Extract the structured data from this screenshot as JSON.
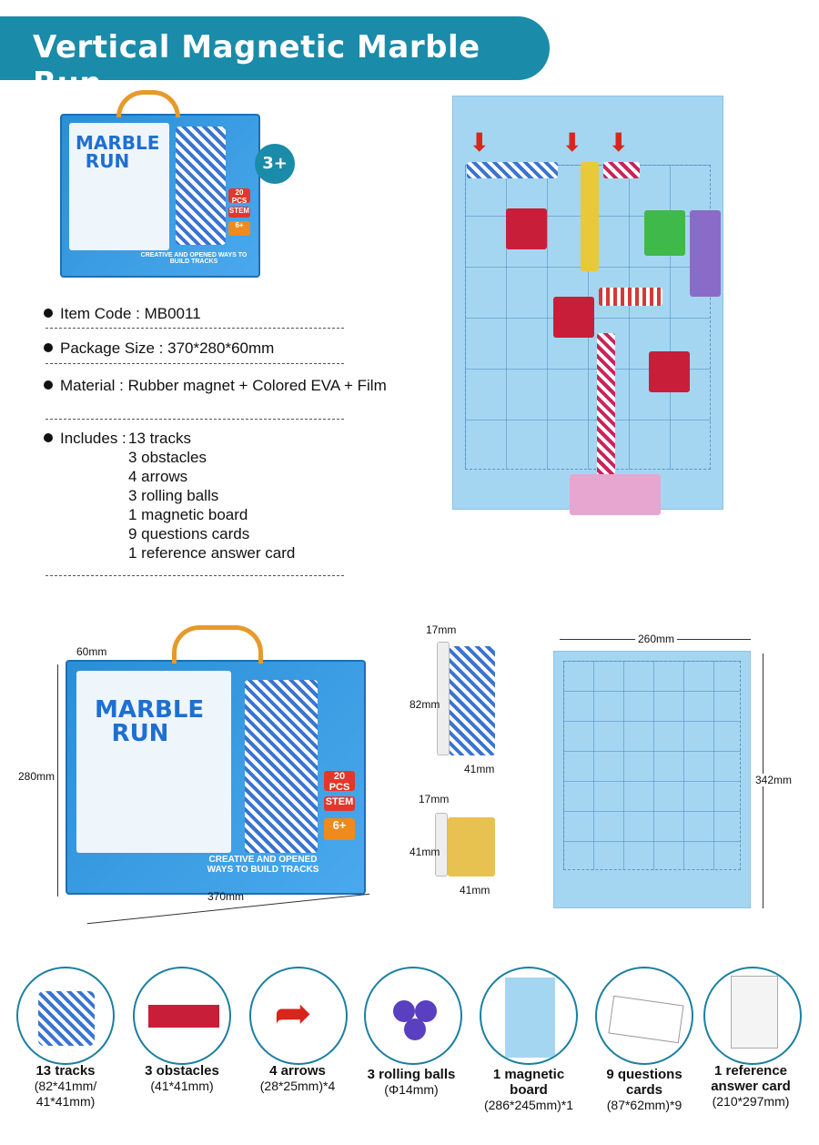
{
  "title": "Vertical Magnetic Marble Run",
  "age_badge": "3+",
  "box": {
    "logo": "MARBLE RUN",
    "pieces": "20 PCS",
    "stem": "STEM",
    "ages": "6+",
    "tagline": "CREATIVE AND OPENED WAYS TO BUILD TRACKS"
  },
  "specs": {
    "item_code": "Item  Code : MB0011",
    "package_size": "Package Size : 370*280*60mm",
    "material": "Material : Rubber magnet + Colored EVA + Film",
    "includes_label": "Includes :",
    "includes": [
      "13 tracks",
      "3 obstacles",
      "4 arrows",
      "3 rolling balls",
      "1 magnetic board",
      "9 questions cards",
      "1 reference answer card"
    ]
  },
  "dimensions": {
    "box_depth": "60mm",
    "box_height": "280mm",
    "box_width": "370mm",
    "long_track_width": "17mm",
    "long_track_height": "82mm",
    "long_track_depth": "41mm",
    "short_track_width": "17mm",
    "short_track_height": "41mm",
    "short_track_depth": "41mm",
    "board_width": "260mm",
    "board_height": "342mm"
  },
  "components": [
    {
      "name": "13 tracks",
      "size": "(82*41mm/ 41*41mm)"
    },
    {
      "name": "3 obstacles",
      "size": "(41*41mm)"
    },
    {
      "name": "4 arrows",
      "size": "(28*25mm)*4"
    },
    {
      "name": "3 rolling balls",
      "size": "(Φ14mm)"
    },
    {
      "name": "1 magnetic board",
      "size": "(286*245mm)*1"
    },
    {
      "name": "9 questions cards",
      "size": "(87*62mm)*9"
    },
    {
      "name": "1 reference answer card",
      "size": "(210*297mm)"
    }
  ],
  "colors": {
    "brand": "#1a8ba8",
    "board": "#a5d6f1"
  }
}
